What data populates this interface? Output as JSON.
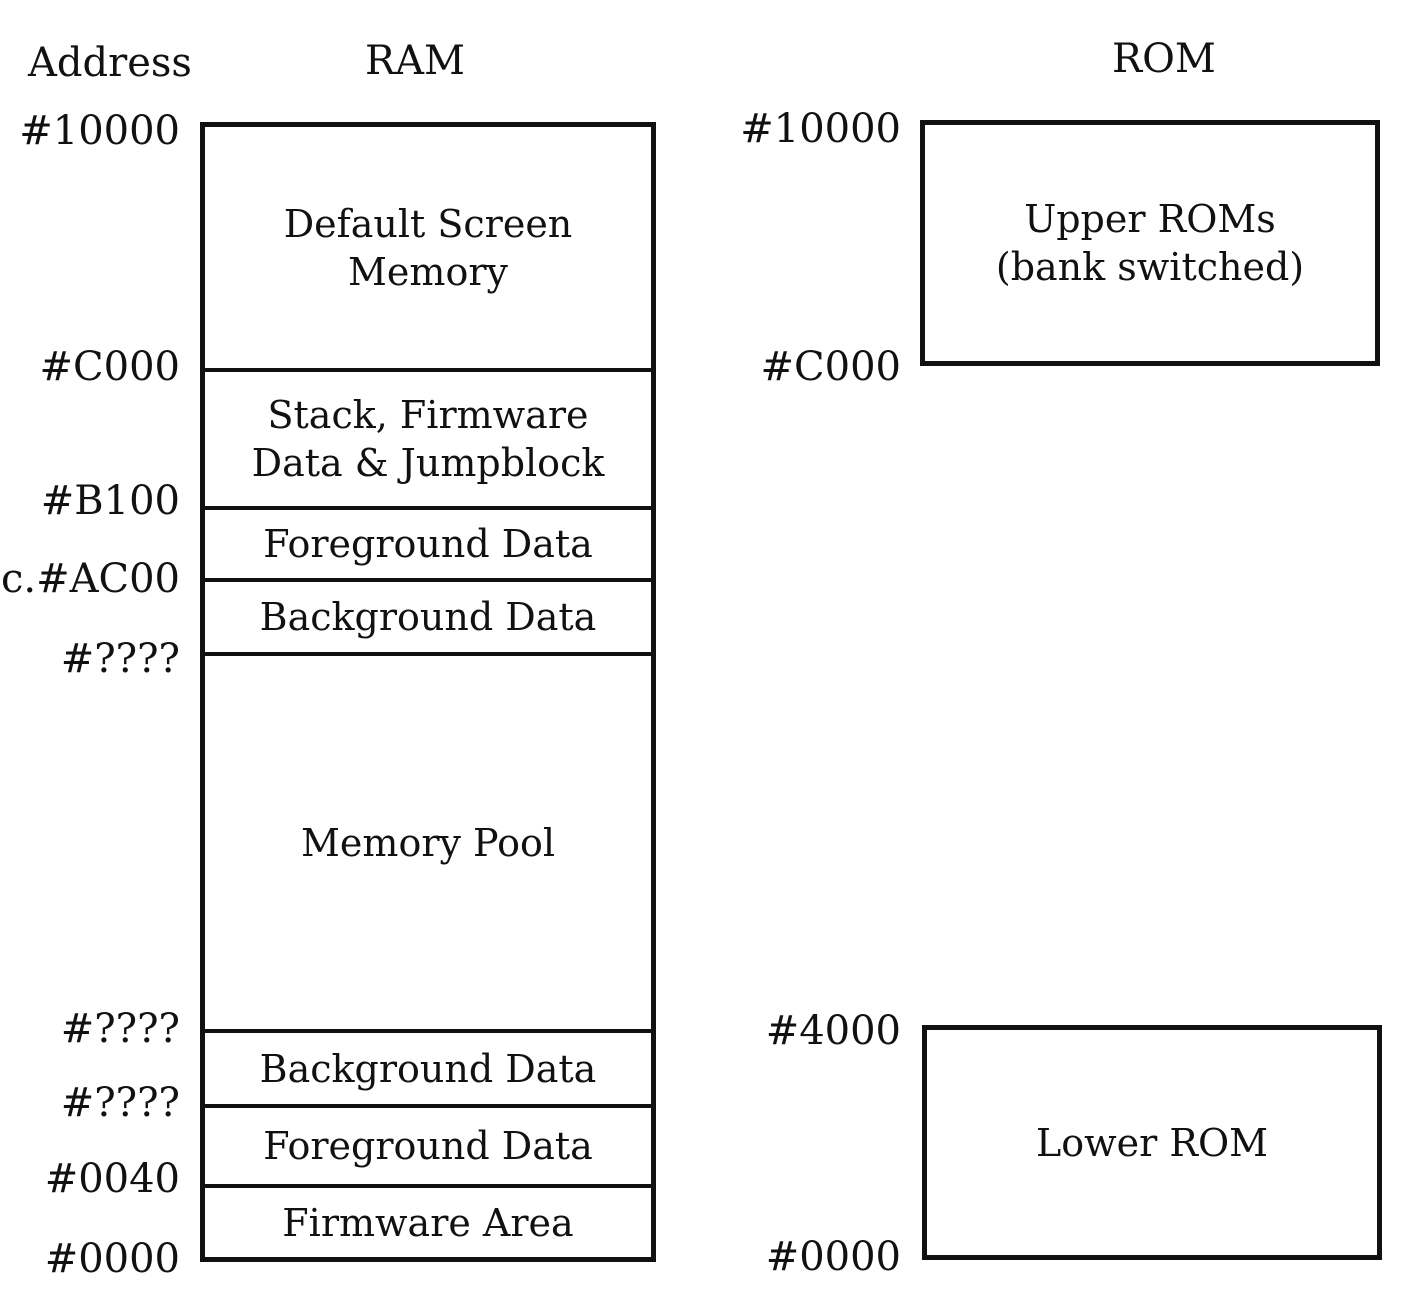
{
  "headers": {
    "address": "Address",
    "ram": "RAM",
    "rom": "ROM"
  },
  "ram_addresses": {
    "a10000": "#10000",
    "aC000": "#C000",
    "aB100": "#B100",
    "aAC00": "c.#AC00",
    "q1": "#????",
    "q2": "#????",
    "q3": "#????",
    "a0040": "#0040",
    "a0000": "#0000"
  },
  "ram_regions": {
    "screen": [
      "Default Screen",
      "Memory"
    ],
    "stack": [
      "Stack, Firmware",
      "Data & Jumpblock"
    ],
    "fg_high": "Foreground Data",
    "bg_high": "Background Data",
    "pool": "Memory Pool",
    "bg_low": "Background Data",
    "fg_low": "Foreground Data",
    "firmware": "Firmware Area"
  },
  "rom_addresses": {
    "a10000": "#10000",
    "aC000": "#C000",
    "a4000": "#4000",
    "a0000": "#0000"
  },
  "rom_regions": {
    "upper": [
      "Upper ROMs",
      "(bank switched)"
    ],
    "lower": "Lower ROM"
  }
}
